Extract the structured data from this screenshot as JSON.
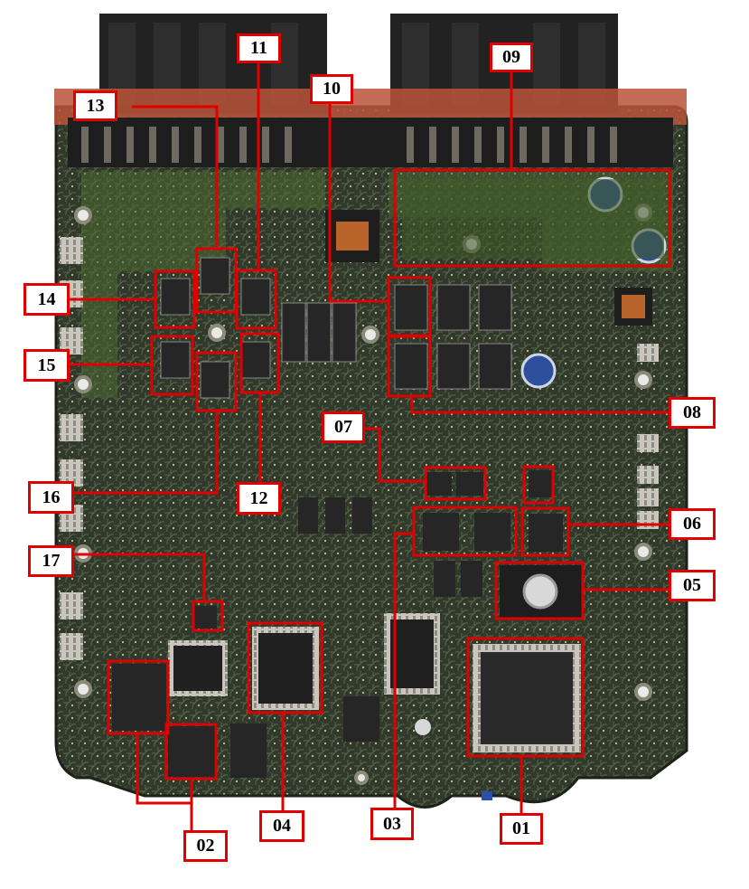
{
  "image": {
    "subject": "ecu-circuit-board",
    "annotation_color": "#e00000",
    "board_color": "#2f3a2a",
    "connector_color": "#2a2a2a",
    "housing_accent": "#b8543a"
  },
  "callouts": [
    {
      "id": "c01",
      "label": "01"
    },
    {
      "id": "c02",
      "label": "02"
    },
    {
      "id": "c03",
      "label": "03"
    },
    {
      "id": "c04",
      "label": "04"
    },
    {
      "id": "c05",
      "label": "05"
    },
    {
      "id": "c06",
      "label": "06"
    },
    {
      "id": "c07",
      "label": "07"
    },
    {
      "id": "c08",
      "label": "08"
    },
    {
      "id": "c09",
      "label": "09"
    },
    {
      "id": "c10",
      "label": "10"
    },
    {
      "id": "c11",
      "label": "11"
    },
    {
      "id": "c12",
      "label": "12"
    },
    {
      "id": "c13",
      "label": "13"
    },
    {
      "id": "c14",
      "label": "14"
    },
    {
      "id": "c15",
      "label": "15"
    },
    {
      "id": "c16",
      "label": "16"
    },
    {
      "id": "c17",
      "label": "17"
    }
  ]
}
